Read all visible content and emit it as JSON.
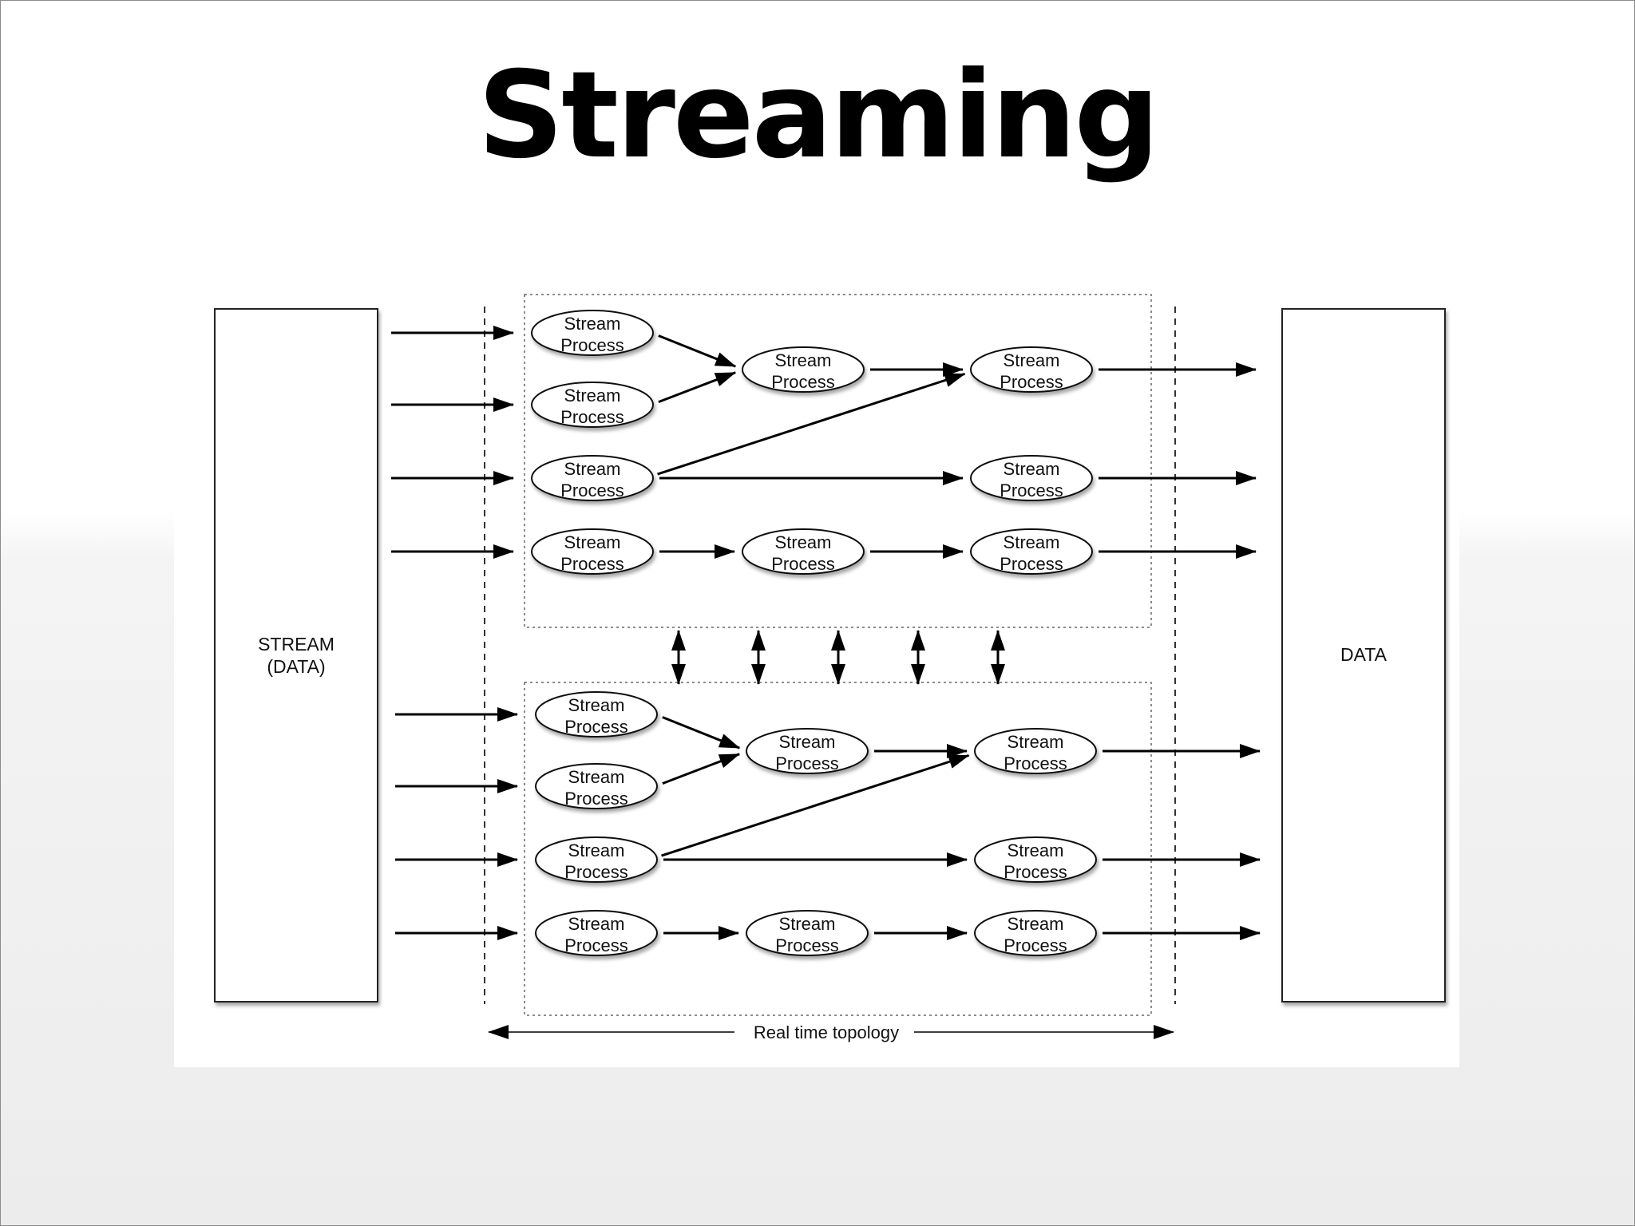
{
  "slide": {
    "title": "Streaming"
  },
  "diagram": {
    "source_label_lines": [
      "STREAM",
      "(DATA)"
    ],
    "sink_label": "DATA",
    "node_label_lines": [
      "Stream",
      "Process"
    ],
    "topology_label": "Real time topology",
    "groups": [
      {
        "name": "upper",
        "nodes": [
          {
            "id": "u-a1"
          },
          {
            "id": "u-a2"
          },
          {
            "id": "u-a3"
          },
          {
            "id": "u-a4"
          },
          {
            "id": "u-b1"
          },
          {
            "id": "u-b4"
          },
          {
            "id": "u-c1"
          },
          {
            "id": "u-c3"
          },
          {
            "id": "u-c4"
          }
        ]
      },
      {
        "name": "lower",
        "nodes": [
          {
            "id": "l-a1"
          },
          {
            "id": "l-a2"
          },
          {
            "id": "l-a3"
          },
          {
            "id": "l-a4"
          },
          {
            "id": "l-b1"
          },
          {
            "id": "l-b4"
          },
          {
            "id": "l-c1"
          },
          {
            "id": "l-c3"
          },
          {
            "id": "l-c4"
          }
        ]
      }
    ],
    "edges": [
      [
        "a1",
        "b1"
      ],
      [
        "a2",
        "b1"
      ],
      [
        "b1",
        "c1"
      ],
      [
        "a3",
        "c1"
      ],
      [
        "a3",
        "c3"
      ],
      [
        "a4",
        "b4"
      ],
      [
        "b4",
        "c4"
      ]
    ]
  }
}
